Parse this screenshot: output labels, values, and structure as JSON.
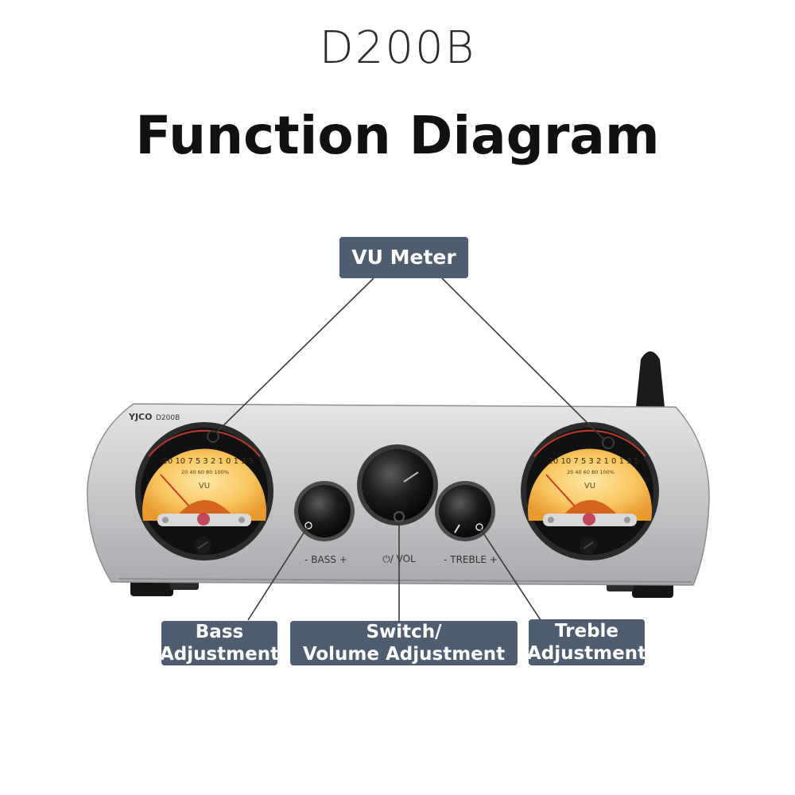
{
  "header": {
    "model": "D200B",
    "title": "Function Diagram"
  },
  "callouts": {
    "vu_meter": "VU Meter",
    "bass": [
      "Bass",
      "Adjustment"
    ],
    "switch_volume": [
      "Switch/",
      "Volume Adjustment"
    ],
    "treble": [
      "Treble",
      "Adjustment"
    ]
  },
  "device": {
    "brand": "YJCO",
    "model_badge": "D200B",
    "bass_label": "- BASS +",
    "volume_label": "⏻/ VOL",
    "treble_label": "- TREBLE +",
    "meter_text": "VU",
    "meter_scale_top": "-20 10 7 5  3 2 1 0 1   3   5",
    "meter_scale_bottom": "20  40    60   80 100%",
    "colors": {
      "chassis": "#c8c9cb",
      "meter_face": "#f7c35a",
      "callout_box": "#4e5d70"
    }
  }
}
